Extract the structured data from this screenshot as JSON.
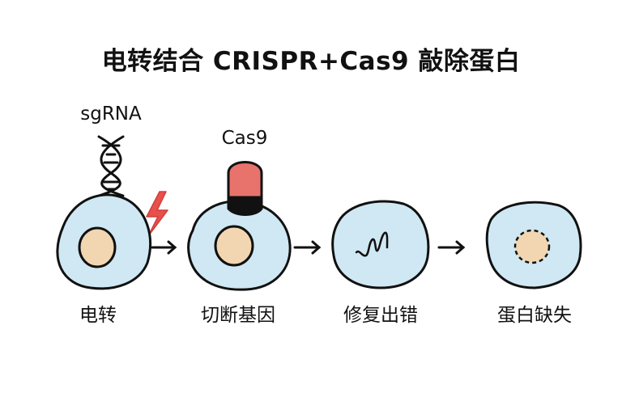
{
  "title": "电转结合 CRISPR+Cas9 敲除蛋白",
  "labels": {
    "sgrna": "sgRNA",
    "cas9": "Cas9"
  },
  "steps": [
    {
      "label": "电转"
    },
    {
      "label": "切断基因"
    },
    {
      "label": "修复出错"
    },
    {
      "label": "蛋白缺失"
    }
  ],
  "colors": {
    "cell_fill": "#cfe8f3",
    "nucleus_fill": "#f1d6b1",
    "outline": "#111111",
    "cas9_fill": "#e8736c",
    "lightning": "#e8504b"
  },
  "icons": {
    "dna": "dna-helix-icon",
    "lightning": "lightning-bolt-icon",
    "arrow": "right-arrow-icon",
    "cas9": "cas9-protein-icon"
  }
}
